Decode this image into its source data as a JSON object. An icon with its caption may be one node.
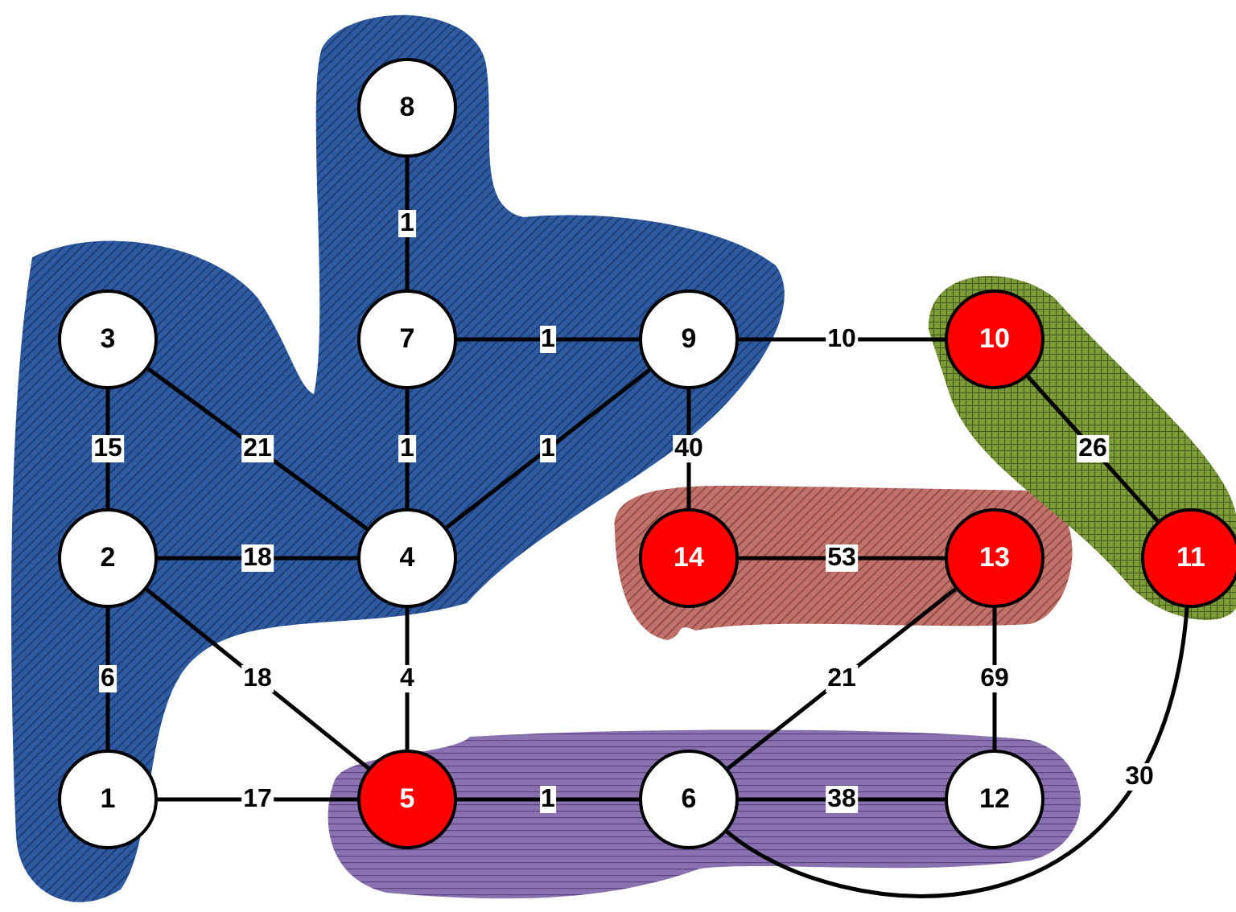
{
  "diagram": {
    "nodes": [
      {
        "text": [
          "8"
        ]
      },
      {
        "text": [
          "3"
        ]
      },
      {
        "text": [
          "7"
        ]
      },
      {
        "text": [
          "9"
        ]
      },
      {
        "text": [
          "10"
        ]
      },
      {
        "text": [
          "2"
        ]
      },
      {
        "text": [
          "4"
        ]
      },
      {
        "text": [
          "14"
        ]
      },
      {
        "text": [
          "13"
        ]
      },
      {
        "text": [
          "11"
        ]
      },
      {
        "text": [
          "1"
        ]
      },
      {
        "text": [
          "5"
        ]
      },
      {
        "text": [
          "6"
        ]
      },
      {
        "text": [
          "12"
        ]
      }
    ],
    "edges": [
      {
        "from": 0,
        "to": 2,
        "arrow": "none",
        "label": "1"
      },
      {
        "from": 2,
        "to": 3,
        "arrow": "none",
        "label": "1"
      },
      {
        "from": 2,
        "to": 6,
        "arrow": "none",
        "label": "1"
      },
      {
        "from": 1,
        "to": 5,
        "arrow": "none",
        "label": "15"
      },
      {
        "from": 1,
        "to": 6,
        "arrow": "none",
        "label": "21"
      },
      {
        "from": 5,
        "to": 6,
        "arrow": "none",
        "label": "18"
      },
      {
        "from": 3,
        "to": 6,
        "arrow": "none",
        "label": "1"
      },
      {
        "from": 3,
        "to": 7,
        "arrow": "none",
        "label": "40"
      },
      {
        "from": 3,
        "to": 4,
        "arrow": "none",
        "label": "10"
      },
      {
        "from": 4,
        "to": 9,
        "arrow": "none",
        "label": "26"
      },
      {
        "from": 7,
        "to": 8,
        "arrow": "none",
        "label": "53"
      },
      {
        "from": 5,
        "to": 10,
        "arrow": "none",
        "label": "6"
      },
      {
        "from": 5,
        "to": 11,
        "arrow": "none",
        "label": "18"
      },
      {
        "from": 6,
        "to": 11,
        "arrow": "none",
        "label": "4"
      },
      {
        "from": 10,
        "to": 11,
        "arrow": "none",
        "label": "17"
      },
      {
        "from": 11,
        "to": 12,
        "arrow": "none",
        "label": "1"
      },
      {
        "from": 8,
        "to": 12,
        "arrow": "none",
        "label": "21"
      },
      {
        "from": 8,
        "to": 13,
        "arrow": "none",
        "label": "69"
      },
      {
        "from": 12,
        "to": 13,
        "arrow": "none",
        "label": "38"
      },
      {
        "from": 9,
        "to": 12,
        "arrow": "none",
        "label": "30"
      }
    ]
  }
}
